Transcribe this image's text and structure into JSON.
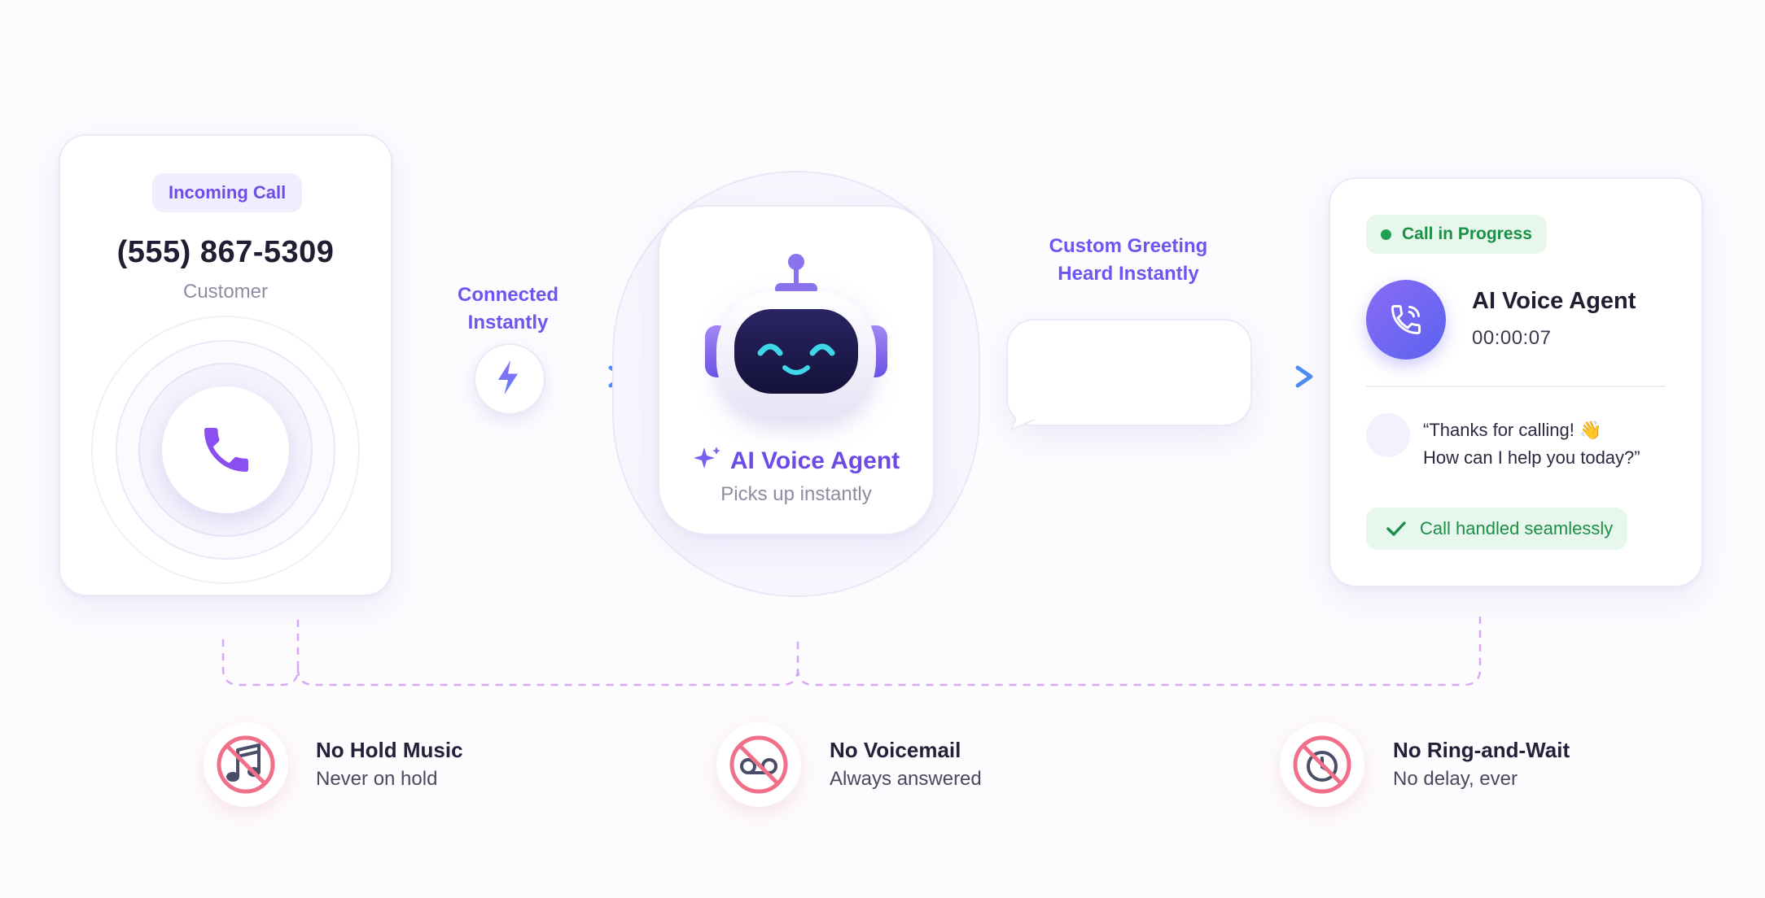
{
  "incoming_call": {
    "badge": "Incoming Call",
    "phone_number": "(555) 867-5309",
    "caller_label": "Customer"
  },
  "connector_1": {
    "label_line1": "Connected",
    "label_line2": "Instantly"
  },
  "agent": {
    "title": "AI Voice Agent",
    "subtitle": "Picks up instantly"
  },
  "connector_2": {
    "label_line1": "Custom Greeting",
    "label_line2": "Heard Instantly"
  },
  "call_progress": {
    "badge": "Call in Progress",
    "agent_name": "AI Voice Agent",
    "timer": "00:00:07",
    "quote_line1": "“Thanks for calling! 👋",
    "quote_line2": "How can I help you today?”",
    "status": "Call handled seamlessly"
  },
  "features": [
    {
      "title": "No Hold Music",
      "subtitle": "Never on hold",
      "icon": "music-note-icon"
    },
    {
      "title": "No Voicemail",
      "subtitle": "Always answered",
      "icon": "voicemail-icon"
    },
    {
      "title": "No Ring-and-Wait",
      "subtitle": "No delay, ever",
      "icon": "clock-icon"
    }
  ],
  "colors": {
    "accent_purple": "#6b4ee6",
    "accent_blue": "#4f8df5",
    "accent_magenta": "#e040c8",
    "success_green": "#1c8f46",
    "prohibit_red": "#f0708a"
  }
}
